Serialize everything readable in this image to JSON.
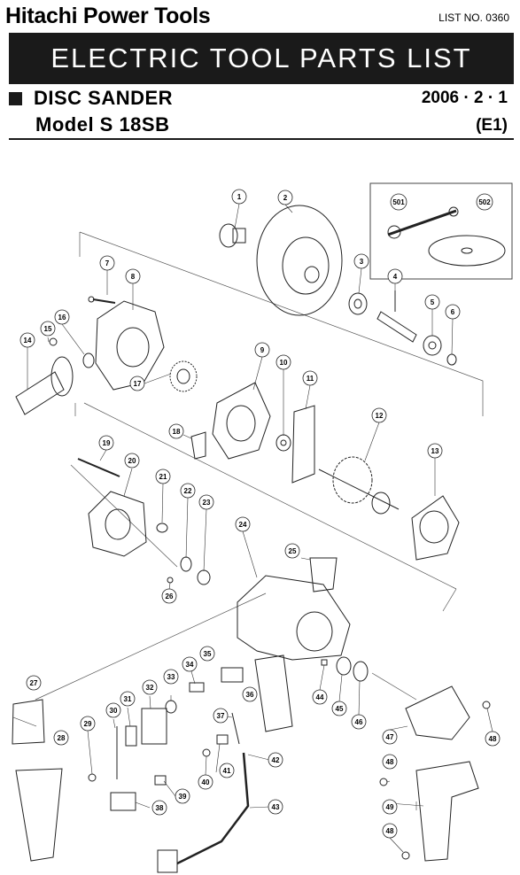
{
  "header": {
    "brand": "Hitachi Power Tools",
    "list_no": "LIST NO. 0360",
    "banner": "ELECTRIC TOOL PARTS LIST",
    "product_type": "DISC SANDER",
    "date": "2006 · 2 · 1",
    "model": "Model S 18SB",
    "market": "(E1)"
  },
  "parts": [
    {
      "no": "1",
      "icon": "backing-flange"
    },
    {
      "no": "2",
      "icon": "rubber-pad"
    },
    {
      "no": "3",
      "icon": "ball-bearing"
    },
    {
      "no": "4",
      "icon": "spindle"
    },
    {
      "no": "5",
      "icon": "ball-bearing"
    },
    {
      "no": "6",
      "icon": "retaining-ring"
    },
    {
      "no": "7",
      "icon": "screw"
    },
    {
      "no": "8",
      "icon": "gear-cover"
    },
    {
      "no": "9",
      "icon": "inner-cover"
    },
    {
      "no": "10",
      "icon": "ball-bearing"
    },
    {
      "no": "11",
      "icon": "bearing-holder"
    },
    {
      "no": "12",
      "icon": "armature"
    },
    {
      "no": "13",
      "icon": "fan-guide"
    },
    {
      "no": "14",
      "icon": "side-handle"
    },
    {
      "no": "15",
      "icon": "screw"
    },
    {
      "no": "16",
      "icon": "washer"
    },
    {
      "no": "17",
      "icon": "gear"
    },
    {
      "no": "18",
      "icon": "plate"
    },
    {
      "no": "19",
      "icon": "tapping-screw"
    },
    {
      "no": "20",
      "icon": "stator"
    },
    {
      "no": "21",
      "icon": "rubber-ring"
    },
    {
      "no": "22",
      "icon": "ball-bearing"
    },
    {
      "no": "23",
      "icon": "rubber-bushing"
    },
    {
      "no": "24",
      "icon": "housing"
    },
    {
      "no": "25",
      "icon": "name-plate"
    },
    {
      "no": "26",
      "icon": "screw"
    },
    {
      "no": "27",
      "icon": "label"
    },
    {
      "no": "28",
      "icon": "handle-cover"
    },
    {
      "no": "29",
      "icon": "screw"
    },
    {
      "no": "30",
      "icon": "lead-wire"
    },
    {
      "no": "31",
      "icon": "brush-holder"
    },
    {
      "no": "32",
      "icon": "switch"
    },
    {
      "no": "33",
      "icon": "brush-cap"
    },
    {
      "no": "34",
      "icon": "carbon-brush"
    },
    {
      "no": "35",
      "icon": "brush-holder"
    },
    {
      "no": "36",
      "icon": "handle"
    },
    {
      "no": "37",
      "icon": "cord-clip"
    },
    {
      "no": "38",
      "icon": "noise-suppressor"
    },
    {
      "no": "39",
      "icon": "connector"
    },
    {
      "no": "40",
      "icon": "screw"
    },
    {
      "no": "41",
      "icon": "cord-clip"
    },
    {
      "no": "42",
      "icon": "cord-armor"
    },
    {
      "no": "43",
      "icon": "cord"
    },
    {
      "no": "44",
      "icon": "pin"
    },
    {
      "no": "45",
      "icon": "washer"
    },
    {
      "no": "46",
      "icon": "cap"
    },
    {
      "no": "47",
      "icon": "back-cover"
    },
    {
      "no": "48",
      "icon": "screw"
    },
    {
      "no": "49",
      "icon": "handle"
    },
    {
      "no": "501",
      "icon": "wrench"
    },
    {
      "no": "502",
      "icon": "sanding-disc"
    }
  ]
}
